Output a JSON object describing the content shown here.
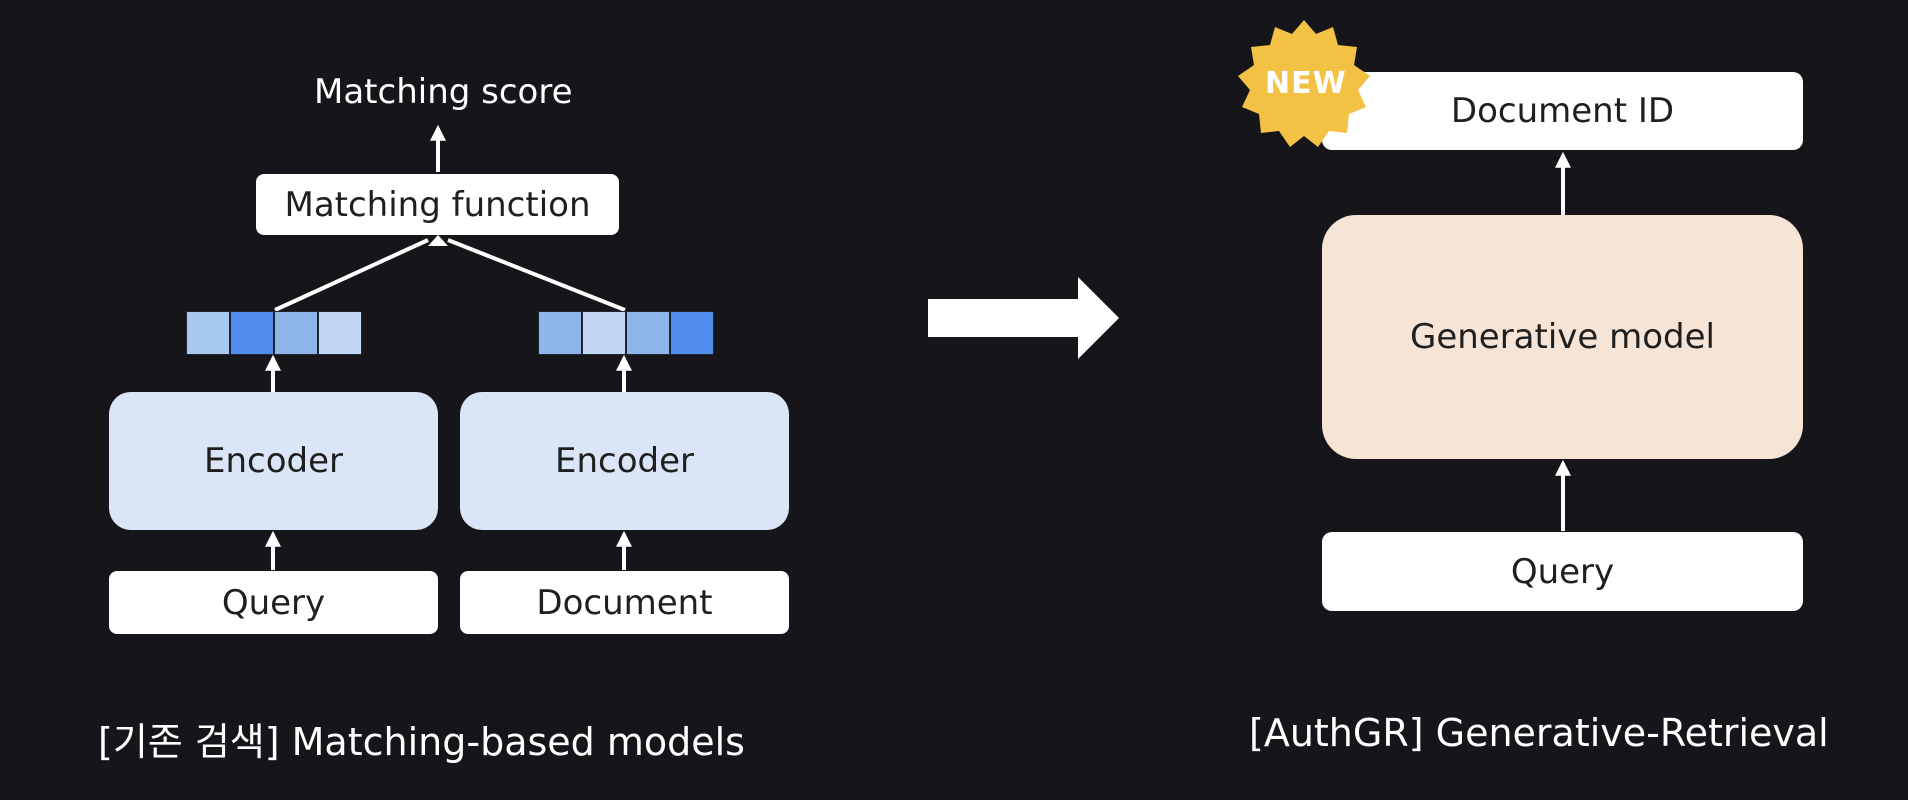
{
  "left_diagram": {
    "output_label": "Matching score",
    "matching_function": "Matching function",
    "encoder_left": "Encoder",
    "encoder_right": "Encoder",
    "input_left": "Query",
    "input_right": "Document",
    "caption": "[기존 검색] Matching-based models"
  },
  "right_diagram": {
    "badge": "NEW",
    "output": "Document ID",
    "model": "Generative model",
    "input": "Query",
    "caption": "[AuthGR] Generative-Retrieval"
  },
  "colors": {
    "background": "#161519",
    "encoder_fill": "#dbe5f8",
    "generative_fill": "#f6e4d6",
    "badge_fill": "#f3c244",
    "vector_dark": "#4f8be8",
    "vector_mid": "#8fb6ea",
    "vector_light": "#c3d7f4"
  },
  "icons": {
    "transition": "right-arrow-icon",
    "badge": "new-badge-icon"
  }
}
